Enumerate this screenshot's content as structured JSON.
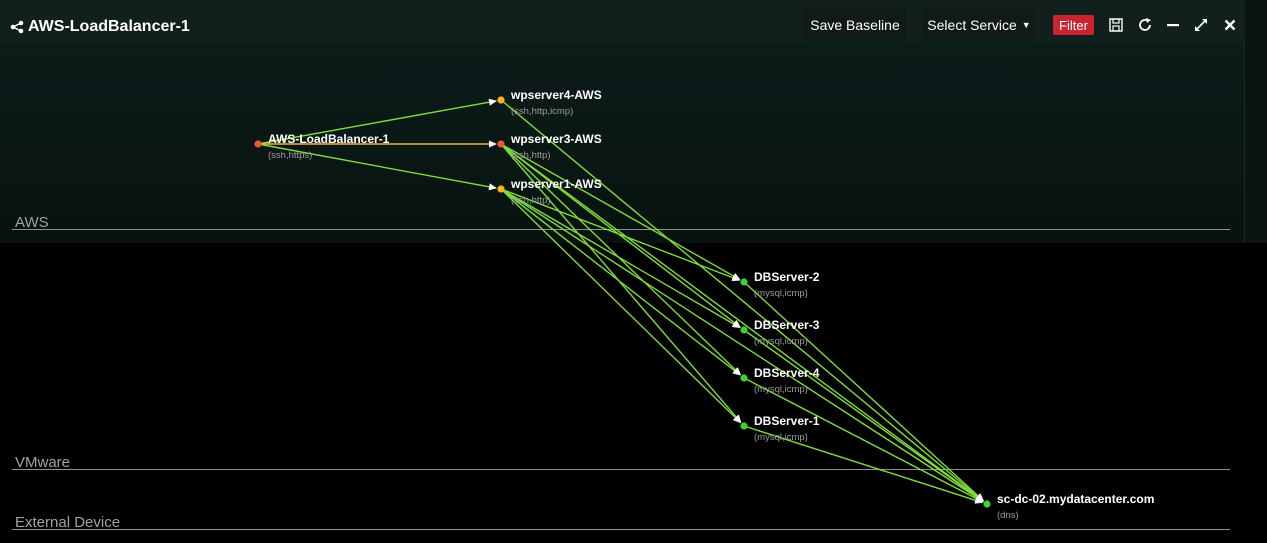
{
  "window": {
    "title": "AWS-LoadBalancer-1"
  },
  "toolbar": {
    "save_baseline_label": "Save Baseline",
    "select_service_label": "Select Service",
    "filter_label": "Filter",
    "icons": [
      "save-icon",
      "refresh-icon",
      "minimize-icon",
      "expand-icon",
      "close-icon"
    ]
  },
  "zones": [
    {
      "label": "AWS"
    },
    {
      "label": "VMware"
    },
    {
      "label": "External Device"
    }
  ],
  "colors": {
    "link_green": "#7fdc3a",
    "link_orange": "#f0b24a",
    "node_red": "#f0553a",
    "node_yellow": "#f5b520",
    "node_green": "#3fd13a",
    "filter_red": "#c9252f"
  },
  "nodes": [
    {
      "name": "AWS-LoadBalancer-1",
      "protocols": "(ssh,https)",
      "status": "red"
    },
    {
      "name": "wpserver4-AWS",
      "protocols": "(ssh,http,icmp)",
      "status": "yellow"
    },
    {
      "name": "wpserver3-AWS",
      "protocols": "(ssh,http)",
      "status": "red"
    },
    {
      "name": "wpserver1-AWS",
      "protocols": "(ssh,http)",
      "status": "yellow"
    },
    {
      "name": "DBServer-2",
      "protocols": "(mysql,icmp)",
      "status": "green"
    },
    {
      "name": "DBServer-3",
      "protocols": "(mysql,icmp)",
      "status": "green"
    },
    {
      "name": "DBServer-4",
      "protocols": "(mysql,icmp)",
      "status": "green"
    },
    {
      "name": "DBServer-1",
      "protocols": "(mysql,icmp)",
      "status": "green"
    },
    {
      "name": "sc-dc-02.mydatacenter.com",
      "protocols": "(dns)",
      "status": "green"
    }
  ]
}
